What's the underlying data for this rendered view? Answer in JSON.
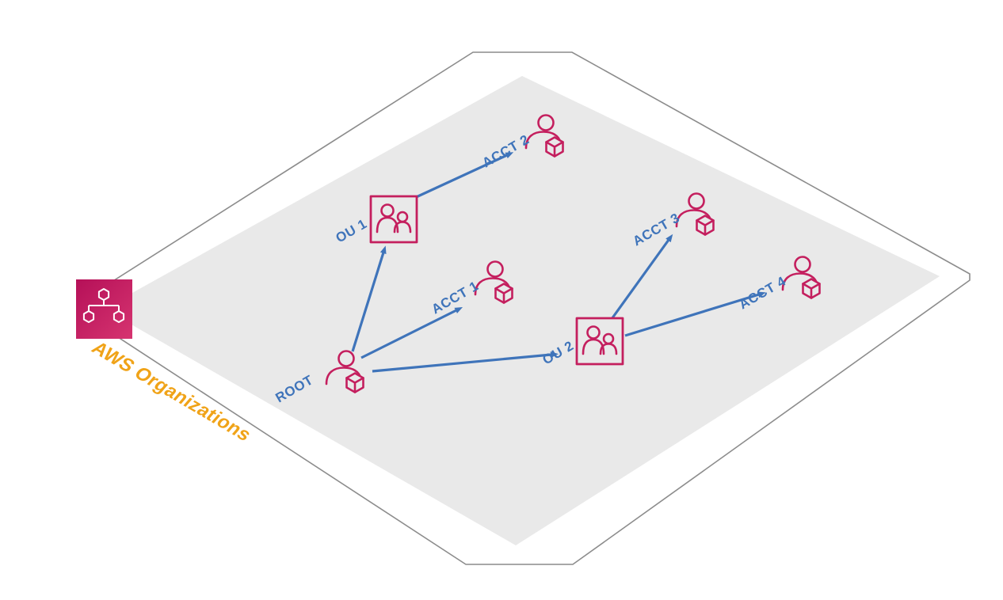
{
  "diagram": {
    "title": "AWS Organizations",
    "nodes": [
      {
        "id": "root",
        "type": "account",
        "label": "ROOT"
      },
      {
        "id": "ou-1",
        "type": "organizational-unit",
        "label": "OU 1"
      },
      {
        "id": "acct-1",
        "type": "account",
        "label": "ACCT 1"
      },
      {
        "id": "acct-2",
        "type": "account",
        "label": "ACCT 2"
      },
      {
        "id": "ou-2",
        "type": "organizational-unit",
        "label": "OU 2"
      },
      {
        "id": "acct-3",
        "type": "account",
        "label": "ACCT 3"
      },
      {
        "id": "acct-4",
        "type": "account",
        "label": "ACCT 4"
      }
    ],
    "edges": [
      {
        "from": "root",
        "to": "ou-1"
      },
      {
        "from": "root",
        "to": "acct-1"
      },
      {
        "from": "root",
        "to": "ou-2"
      },
      {
        "from": "ou-1",
        "to": "acct-2"
      },
      {
        "from": "ou-2",
        "to": "acct-3"
      },
      {
        "from": "ou-2",
        "to": "acct-4"
      }
    ],
    "colors": {
      "plane_fill": "#E9E9E9",
      "outline_gray": "#8C8C8C",
      "service_pink": "#C41F5E",
      "arrow_blue": "#3F74BA",
      "title_orange": "#F0A318"
    }
  }
}
